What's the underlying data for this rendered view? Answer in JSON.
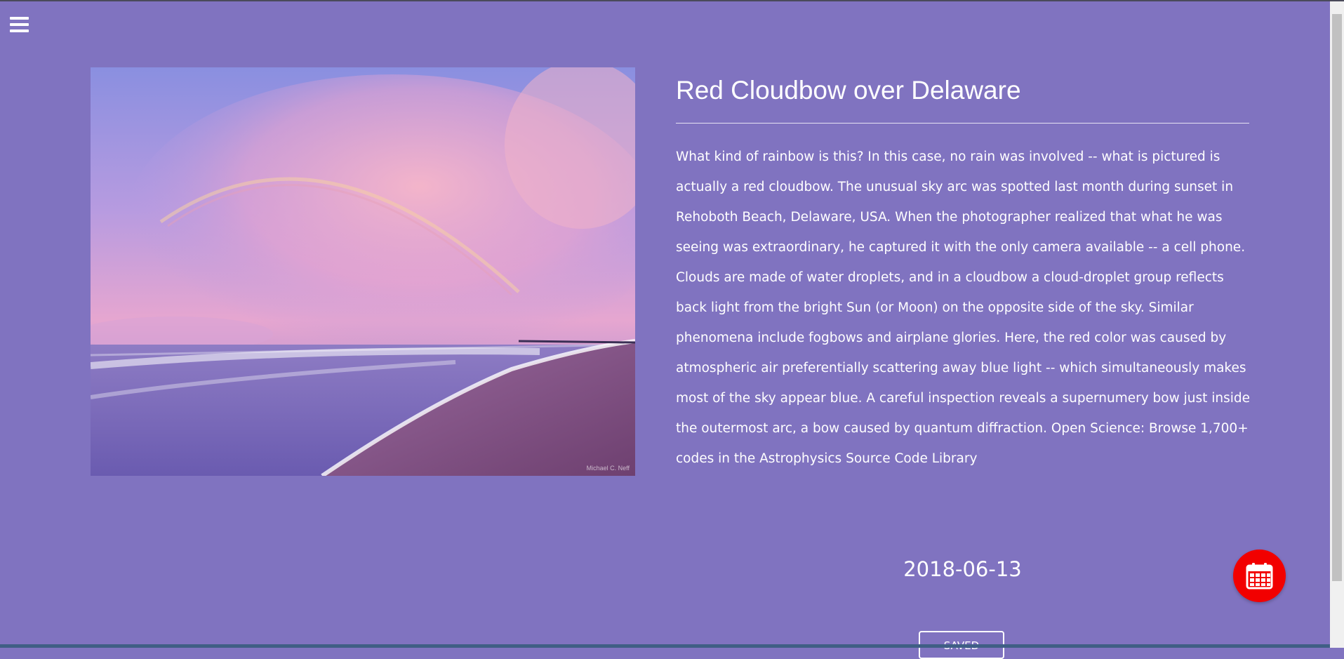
{
  "menu": {
    "icon": "hamburger-icon"
  },
  "apod": {
    "title": "Red Cloudbow over Delaware",
    "explanation": "What kind of rainbow is this? In this case, no rain was involved -- what is pictured is actually a red cloudbow. The unusual sky arc was spotted last month during sunset in Rehoboth Beach, Delaware, USA. When the photographer realized that what he was seeing was extraordinary, he captured it with the only camera available -- a cell phone. Clouds are made of water droplets, and in a cloudbow a cloud-droplet group reflects back light from the bright Sun (or Moon) on the opposite side of the sky. Similar phenomena include fogbows and airplane glories. Here, the red color was caused by atmospheric air preferentially scattering away blue light -- which simultaneously makes most of the sky appear blue. A careful inspection reveals a supernumery bow just inside the outermost arc, a bow caused by quantum diffraction. Open Science: Browse 1,700+ codes in the Astrophysics Source Code Library",
    "photo_credit": "Michael C. Neff",
    "date": "2018-06-13"
  },
  "actions": {
    "save_label": "SAVED",
    "calendar_icon": "calendar-icon"
  },
  "colors": {
    "background": "#8073c0",
    "calendar_button": "#f20000",
    "text": "#ffffff"
  }
}
